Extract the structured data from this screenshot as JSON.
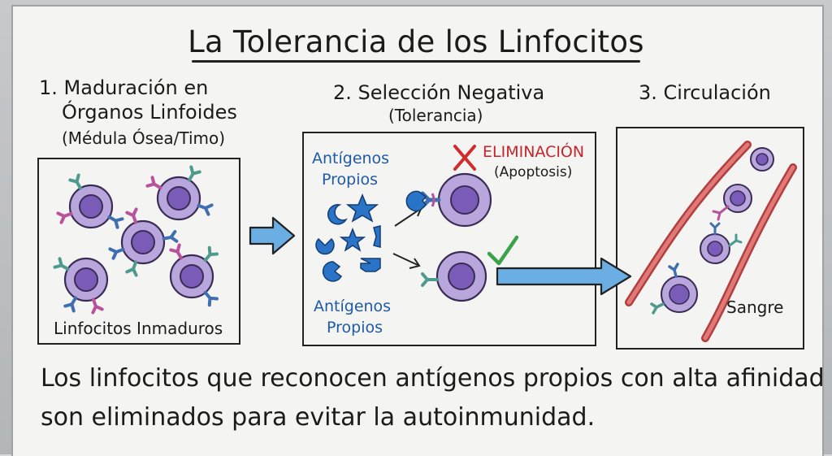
{
  "title": "La Tolerancia de los Linfocitos",
  "step1": {
    "heading_line1": "1. Maduración en",
    "heading_line2": "Órganos Linfoides",
    "heading_line3": "(Médula Ósea/Timo)",
    "caption": "Linfocitos Inmaduros"
  },
  "step2": {
    "heading": "2. Selección Negativa",
    "subheading": "(Tolerancia)",
    "antigens_top_line1": "Antígenos",
    "antigens_top_line2": "Propios",
    "antigens_bottom_line1": "Antígenos",
    "antigens_bottom_line2": "Propios",
    "elimination": "ELIMINACIÓN",
    "apoptosis": "(Apoptosis)"
  },
  "step3": {
    "heading": "3. Circulación",
    "blood_label": "Sangre"
  },
  "footer": {
    "line1": "Los linfocitos que reconocen antígenos propios con alta afinidad",
    "line2": "son eliminados para evitar la autoinmunidad."
  },
  "colors": {
    "cell_fill": "#b9a6dd",
    "cell_nucleus": "#7a5cb8",
    "receptor_teal": "#4e9b8e",
    "receptor_pink": "#b8529a",
    "receptor_blue": "#3f6fb0",
    "antigen_blue": "#2a74c8",
    "arrow_blue": "#6aaee3",
    "vessel_red": "#d9605e",
    "check_green": "#3aa34a",
    "cross_red": "#d22b2b"
  }
}
